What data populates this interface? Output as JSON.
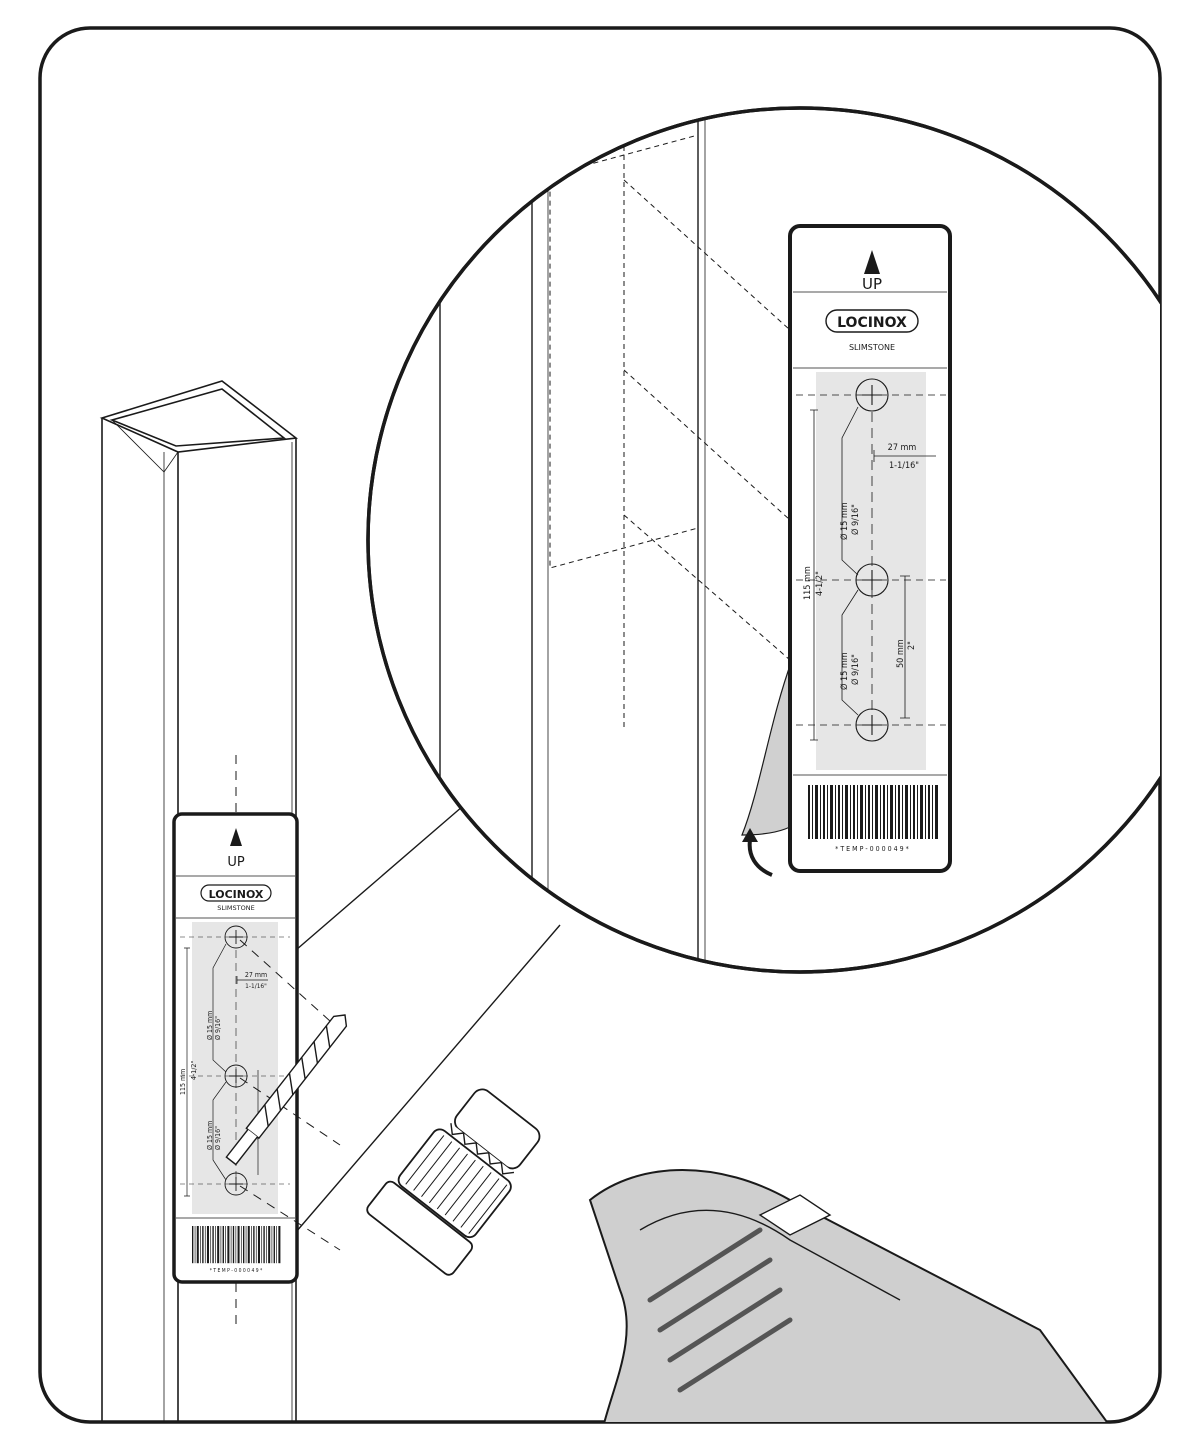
{
  "template": {
    "direction": "UP",
    "brand": "LOCINOX",
    "product": "SLIMSTONE",
    "spacing_top": {
      "mm": "27 mm",
      "inch": "1-1/16\""
    },
    "hole_upper": {
      "mm": "Ø 15 mm",
      "inch": "Ø 9/16\""
    },
    "hole_lower": {
      "mm": "Ø 15 mm",
      "inch": "Ø 9/16\""
    },
    "height": {
      "mm": "115 mm",
      "inch": "4-1/2\""
    },
    "spacing_bottom": {
      "mm": "50 mm",
      "inch": "2\""
    },
    "barcode_text": "* T E M P - 0 0 0 0 4 9 *"
  },
  "colors": {
    "ink": "#1a1a1a",
    "label_fill": "#e6e6e6",
    "peel": "#d0d0d0",
    "drill_body": "#cfcfcf",
    "drill_dark": "#555555"
  },
  "icons": [
    "up-arrow-icon",
    "peel-arrow-icon",
    "barcode-icon",
    "drill-icon"
  ]
}
